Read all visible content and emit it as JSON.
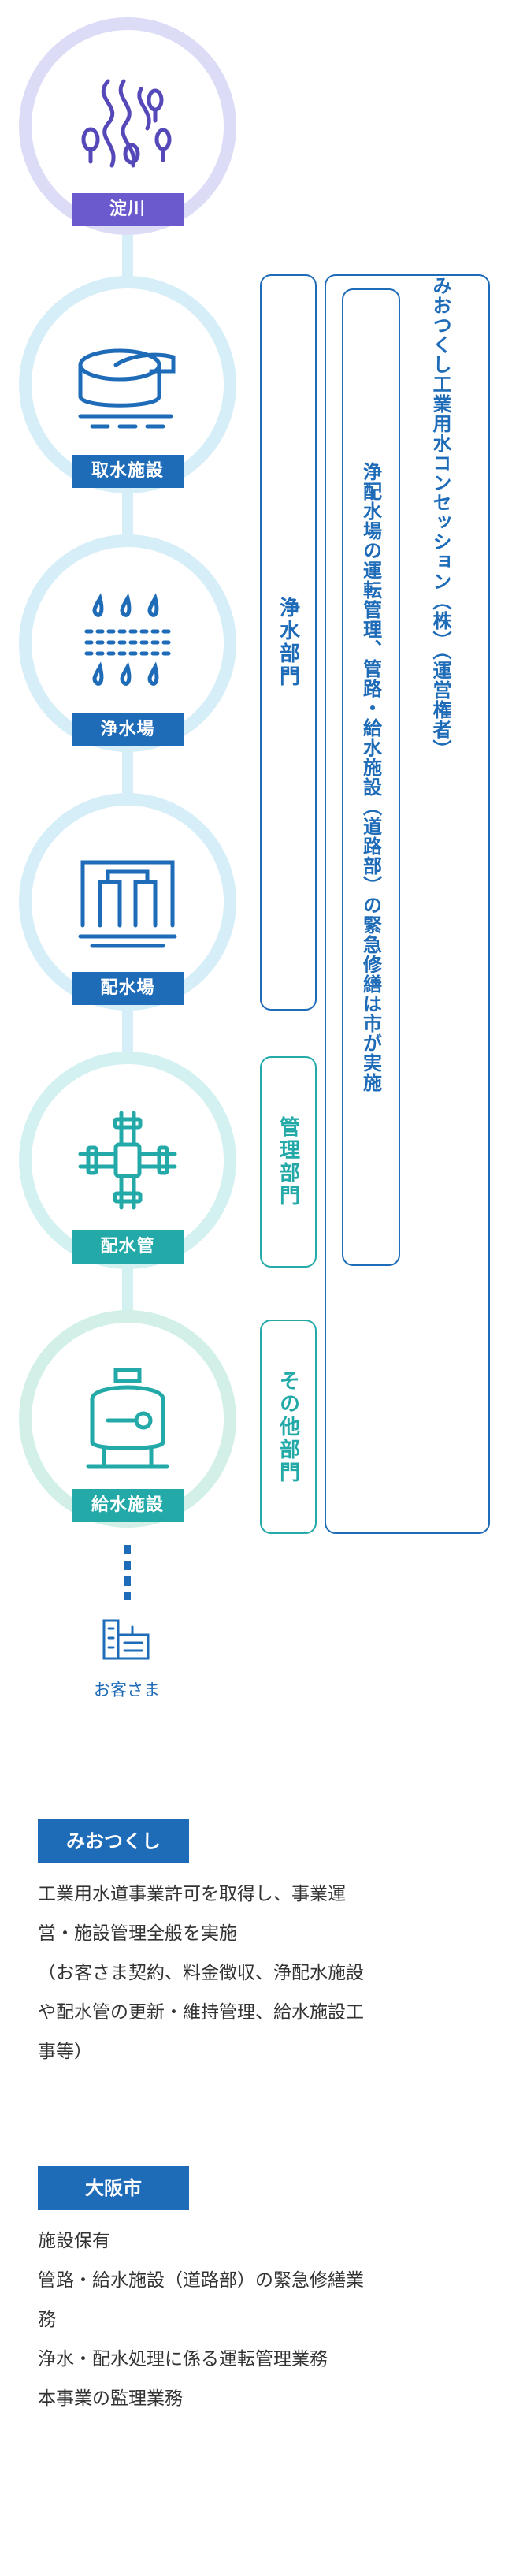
{
  "flow": {
    "nodes": [
      {
        "label": "淀川",
        "icon": "river-icon",
        "color": "#6a5acd",
        "ring": "#dcdcf7"
      },
      {
        "label": "取水施設",
        "icon": "intake-facility-icon",
        "color": "#1e6bb8",
        "ring": "#d6eef8"
      },
      {
        "label": "浄水場",
        "icon": "purification-plant-icon",
        "color": "#1e6bb8",
        "ring": "#d6eef8"
      },
      {
        "label": "配水場",
        "icon": "distribution-plant-icon",
        "color": "#1e6bb8",
        "ring": "#d6eef8"
      },
      {
        "label": "配水管",
        "icon": "distribution-pipe-icon",
        "color": "#23aaa8",
        "ring": "#d4f1f2"
      },
      {
        "label": "給水施設",
        "icon": "water-supply-tank-icon",
        "color": "#23aaa8",
        "ring": "#d2f0e8"
      }
    ],
    "customer": {
      "label": "お客さま",
      "icon": "customer-building-icon"
    }
  },
  "departments": {
    "purification": {
      "label": "浄水部門",
      "color": "#1e6bb8"
    },
    "management": {
      "label": "管理部門",
      "color": "#23aaa8"
    },
    "other": {
      "label": "その他部門",
      "color": "#23aaa8"
    },
    "city_scope": {
      "label": "浄配水場の運転管理、管路・給水施設（道路部）の緊急修繕は市が実施",
      "color": "#1e6bb8"
    },
    "operator": {
      "label": "みおつくし工業用水コンセッション（株）（運営権者）",
      "color": "#1e6bb8"
    }
  },
  "sections": [
    {
      "title": "みおつくし",
      "lines": [
        "工業用水道事業許可を取得し、事業運",
        "営・施設管理全般を実施",
        "（お客さま契約、料金徴収、浄配水施設",
        "や配水管の更新・維持管理、給水施設工",
        "事等）"
      ]
    },
    {
      "title": "大阪市",
      "lines": [
        "施設保有",
        "管路・給水施設（道路部）の緊急修繕業",
        "務",
        "浄水・配水処理に係る運転管理業務",
        "本事業の監理業務"
      ]
    }
  ]
}
